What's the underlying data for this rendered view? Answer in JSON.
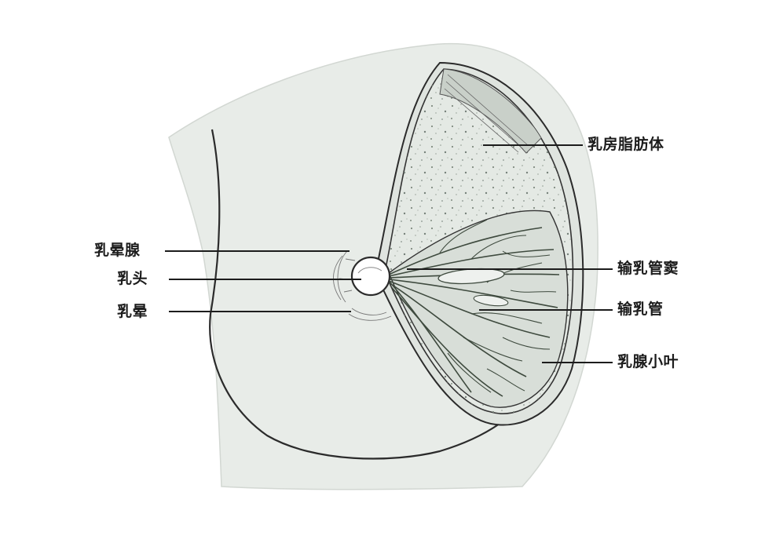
{
  "diagram": {
    "labels": {
      "areola_gland": "乳晕腺",
      "nipple": "乳头",
      "areola": "乳晕",
      "fat_body": "乳房脂肪体",
      "duct_sinus": "输乳管窦",
      "duct": "输乳管",
      "lobule": "乳腺小叶"
    },
    "colors": {
      "body_fill": "#e8ece8",
      "gland_fill": "#e0e5e0",
      "line": "#2b2b2b",
      "duct": "#3e4a3e"
    }
  }
}
